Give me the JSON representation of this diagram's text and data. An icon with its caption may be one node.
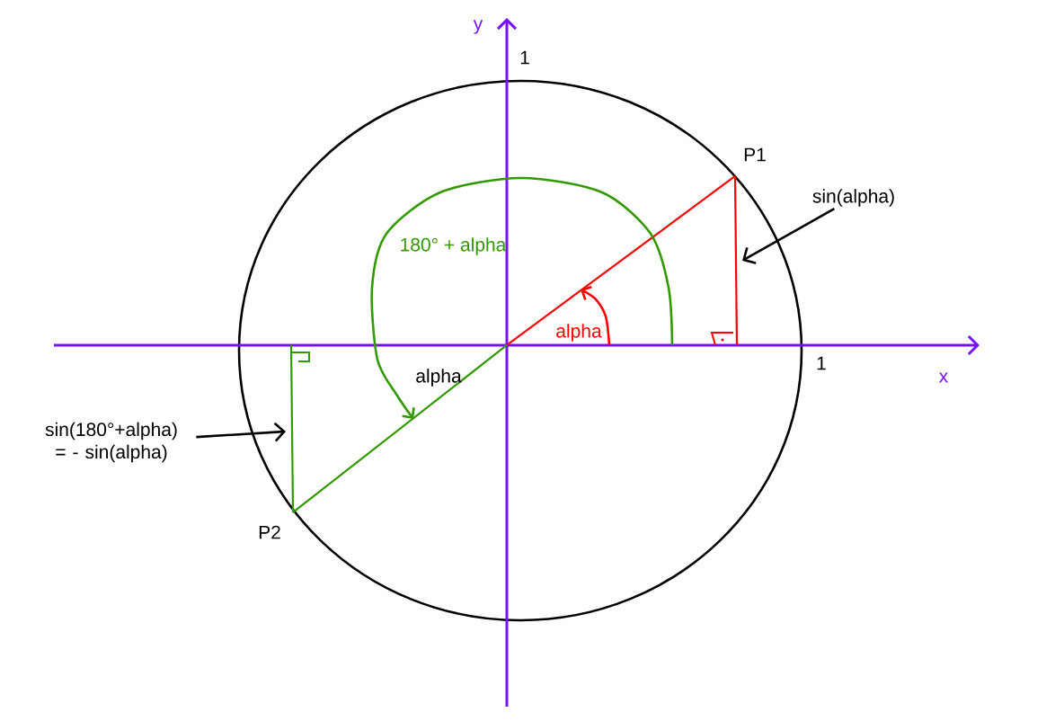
{
  "diagram": {
    "nodes": [
      {
        "text": [
          "sin(alpha)"
        ]
      },
      {
        "text": [
          "sin(180°+alpha) = - sin(alpha)"
        ]
      }
    ],
    "edges": [
      {
        "from": 0,
        "to": null,
        "arrow": "to"
      },
      {
        "from": 1,
        "to": null,
        "arrow": "to"
      }
    ],
    "labels": [
      "y",
      "1",
      "P1",
      "180° + alpha",
      "alpha",
      "1",
      "x",
      "alpha",
      "P2"
    ]
  }
}
